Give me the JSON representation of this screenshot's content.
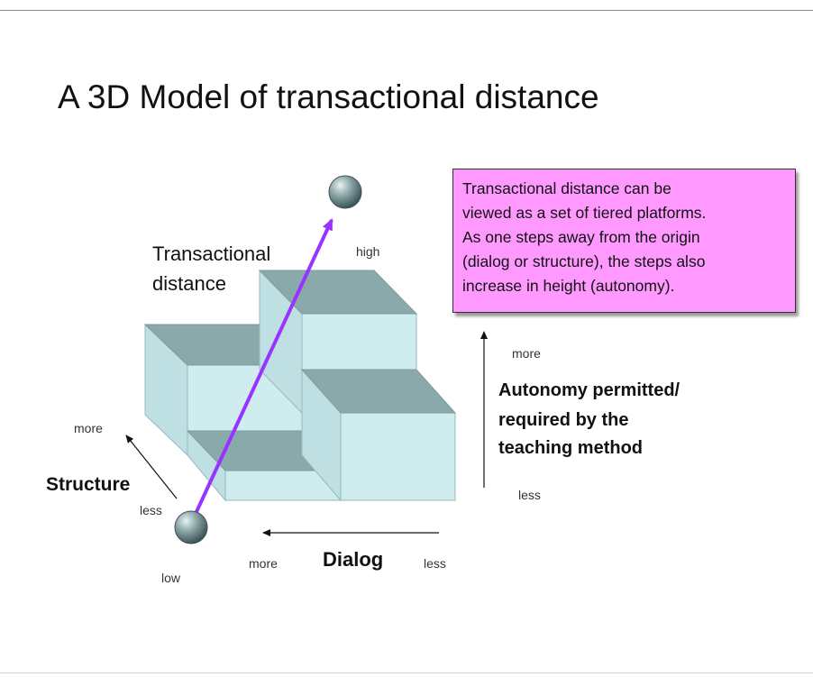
{
  "slide": {
    "title": "A 3D Model of transactional distance"
  },
  "callout": {
    "lines": [
      "Transactional distance can be",
      "viewed as a set of tiered platforms.",
      "As one steps away from the origin",
      "(dialog or structure), the steps also",
      "increase in height (autonomy)."
    ],
    "background": "#ff99ff"
  },
  "diagram": {
    "distance_axis": {
      "label_line1": "Transactional",
      "label_line2": "distance",
      "high_label": "high",
      "low_label": "low",
      "arrow_color": "#9933ff"
    },
    "structure_axis": {
      "label": "Structure",
      "more_label": "more",
      "less_label": "less"
    },
    "dialog_axis": {
      "label": "Dialog",
      "more_label": "more",
      "less_label": "less"
    },
    "autonomy_axis": {
      "label_line1": "Autonomy permitted/",
      "label_line2": "required by the",
      "label_line3": "teaching method",
      "more_label": "more",
      "less_label": "less"
    },
    "colors": {
      "block_face": "#cfecef",
      "block_top": "#8aa9ab",
      "block_edge": "#9ab8bb",
      "sphere": "#5f7b7e"
    }
  }
}
